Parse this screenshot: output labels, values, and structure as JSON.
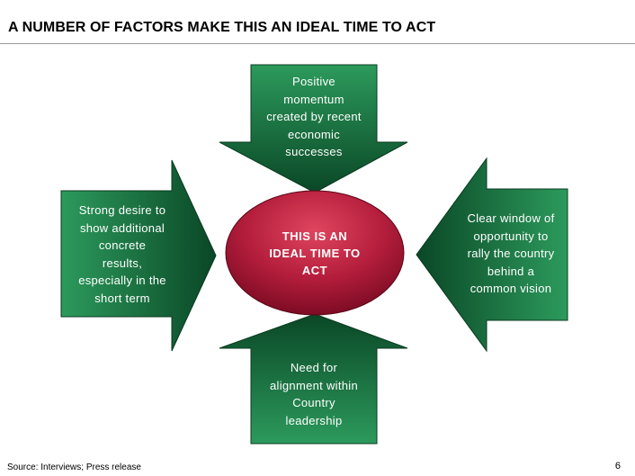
{
  "title": "A NUMBER OF FACTORS MAKE THIS AN IDEAL TIME TO ACT",
  "center": {
    "lines": [
      "THIS IS AN",
      "IDEAL TIME TO",
      "ACT"
    ]
  },
  "arrows": {
    "top": {
      "lines": [
        "Positive",
        "momentum",
        "created by recent",
        "economic",
        "successes"
      ]
    },
    "left": {
      "lines": [
        "Strong desire to",
        "show additional",
        "concrete",
        "results,",
        "especially in the",
        "short term"
      ]
    },
    "right": {
      "lines": [
        "Clear window of",
        "opportunity to",
        "rally the country",
        "behind a",
        "common vision"
      ]
    },
    "bottom": {
      "lines": [
        "Need for",
        "alignment within",
        "Country",
        "leadership"
      ]
    }
  },
  "source": "Source: Interviews; Press release",
  "page_number": "6",
  "colors": {
    "arrow_light": "#2c9a5c",
    "arrow_dark": "#0a4726",
    "oval_light": "#e0455e",
    "oval_dark": "#7a0a22"
  }
}
